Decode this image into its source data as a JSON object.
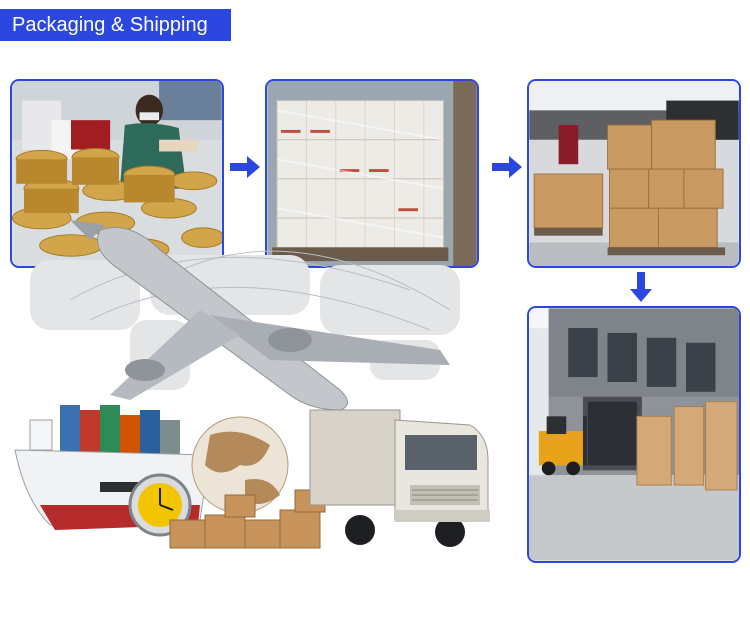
{
  "header": {
    "title": "Packaging & Shipping"
  },
  "steps": [
    {
      "icon": "workers-sorting-sanding-discs-photo"
    },
    {
      "icon": "shrink-wrapped-pallet-photo"
    },
    {
      "icon": "warehouse-carton-boxes-photo"
    },
    {
      "icon": "forklift-loading-truck-photo"
    }
  ],
  "arrows": [
    "arrow-right-icon",
    "arrow-right-icon",
    "arrow-down-icon"
  ],
  "colors": {
    "accent": "#2b47e0"
  }
}
